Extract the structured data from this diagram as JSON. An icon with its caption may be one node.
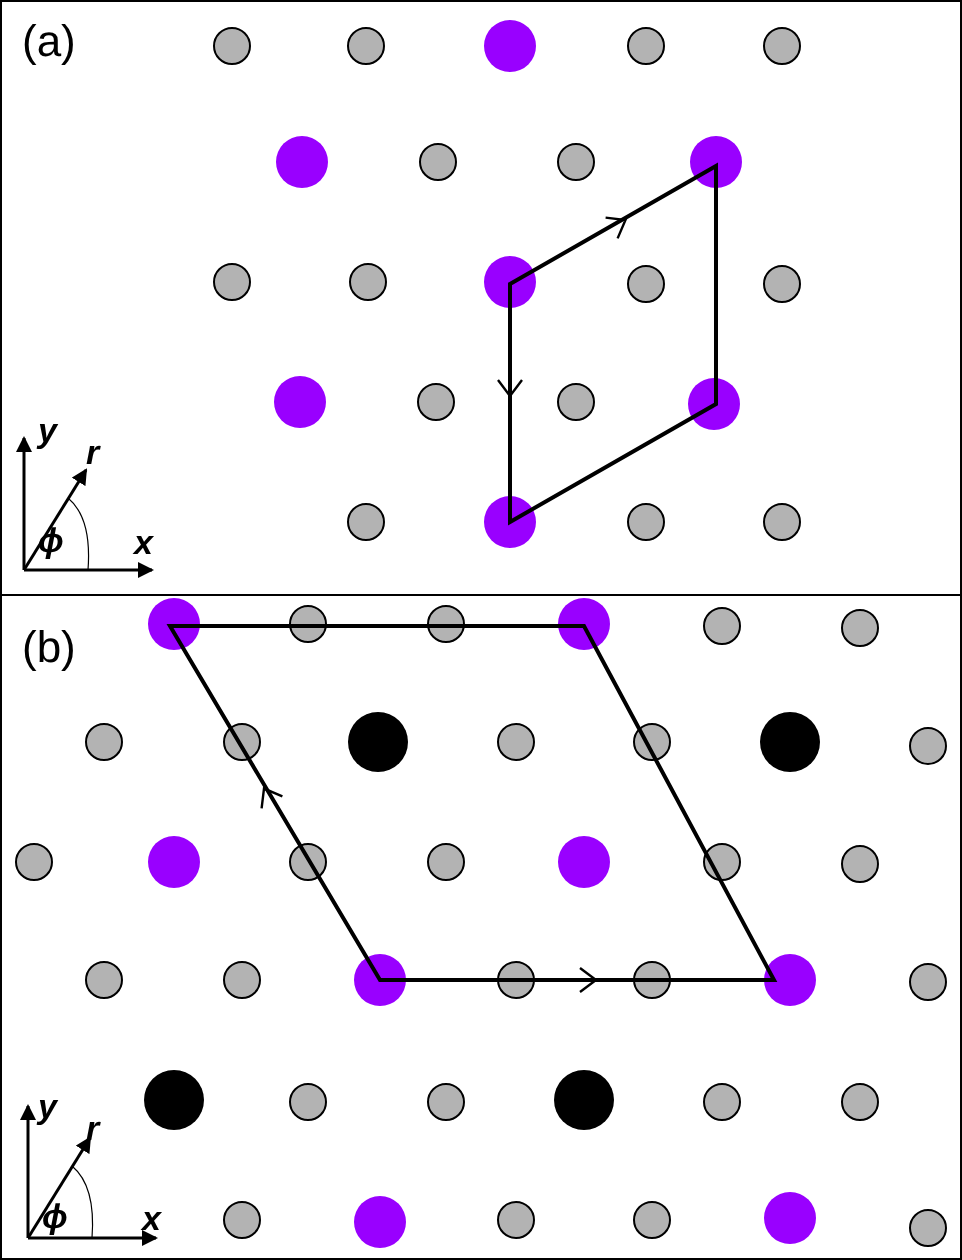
{
  "diagram": {
    "nodes": [
      {
        "text": [
          "(a)"
        ]
      },
      {
        "text": [
          "(b)"
        ]
      }
    ],
    "labels": [
      "y",
      "r",
      "ϕ",
      "x",
      "y",
      "r",
      "ϕ",
      "x"
    ]
  }
}
